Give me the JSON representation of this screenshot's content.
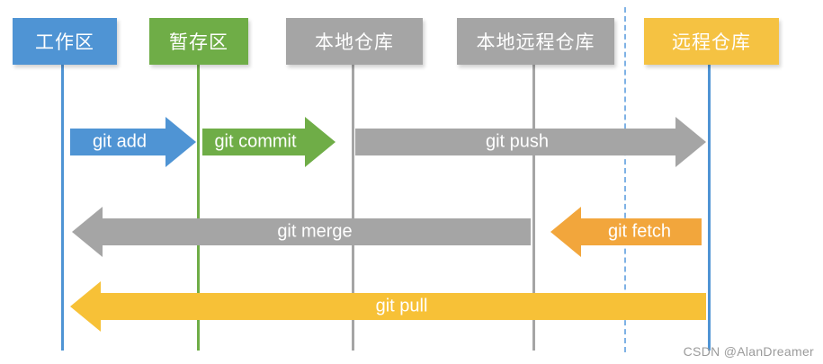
{
  "diagram": {
    "columns": [
      {
        "label": "工作区",
        "color": "#4F94D4"
      },
      {
        "label": "暂存区",
        "color": "#6FAD47"
      },
      {
        "label": "本地仓库",
        "color": "#A5A5A5"
      },
      {
        "label": "本地远程仓库",
        "color": "#A5A5A5"
      },
      {
        "label": "远程仓库",
        "color": "#F5C242"
      }
    ],
    "arrows": [
      {
        "label": "git add",
        "direction": "right",
        "color": "#4F94D4",
        "from": "工作区",
        "to": "暂存区"
      },
      {
        "label": "git commit",
        "direction": "right",
        "color": "#6FAD47",
        "from": "暂存区",
        "to": "本地仓库"
      },
      {
        "label": "git push",
        "direction": "right",
        "color": "#A5A5A5",
        "from": "本地仓库",
        "to": "远程仓库"
      },
      {
        "label": "git merge",
        "direction": "left",
        "color": "#A5A5A5",
        "from": "本地远程仓库",
        "to": "工作区"
      },
      {
        "label": "git fetch",
        "direction": "left",
        "color": "#F2A63C",
        "from": "远程仓库",
        "to": "本地远程仓库"
      },
      {
        "label": "git pull",
        "direction": "left",
        "color": "#F7C137",
        "from": "远程仓库",
        "to": "工作区"
      }
    ],
    "watermark": "CSDN @AlanDreamer"
  }
}
